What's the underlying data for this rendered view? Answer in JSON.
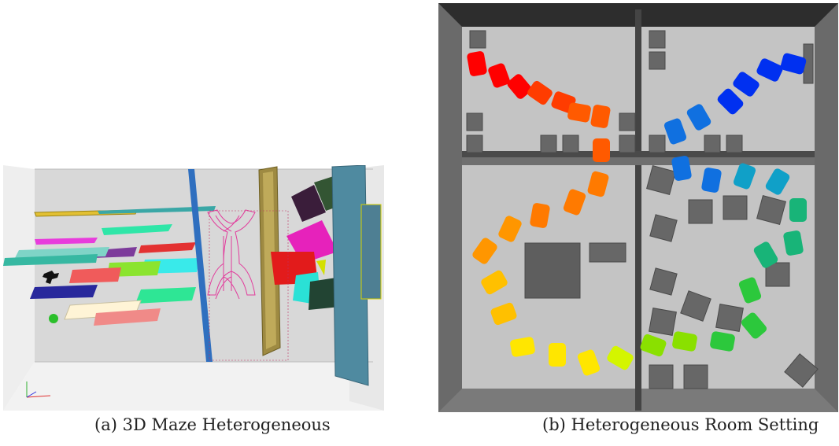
{
  "captions": {
    "a": "(a) 3D Maze Heterogeneous",
    "b": "(b) Heterogeneous Room Setting"
  },
  "axis_triad": {
    "x": "x",
    "y": "y",
    "z": "z"
  },
  "colors": {
    "room_floor": "#c4c4c4",
    "room_wall": "#585858",
    "room_wall_top": "#2d2d2d",
    "obstacle": "#676767",
    "maze_background": "#d9d9d9",
    "trajectory_gradient": [
      "#ff0000",
      "#ff5a00",
      "#ff8c00",
      "#ffc800",
      "#f0ff00",
      "#a8f000",
      "#30d23c",
      "#10b898",
      "#10a8d0",
      "#1060e0",
      "#0020f0"
    ]
  },
  "icons": [
    "maze-scene-image",
    "room-scene-image",
    "axis-triad-icon"
  ]
}
